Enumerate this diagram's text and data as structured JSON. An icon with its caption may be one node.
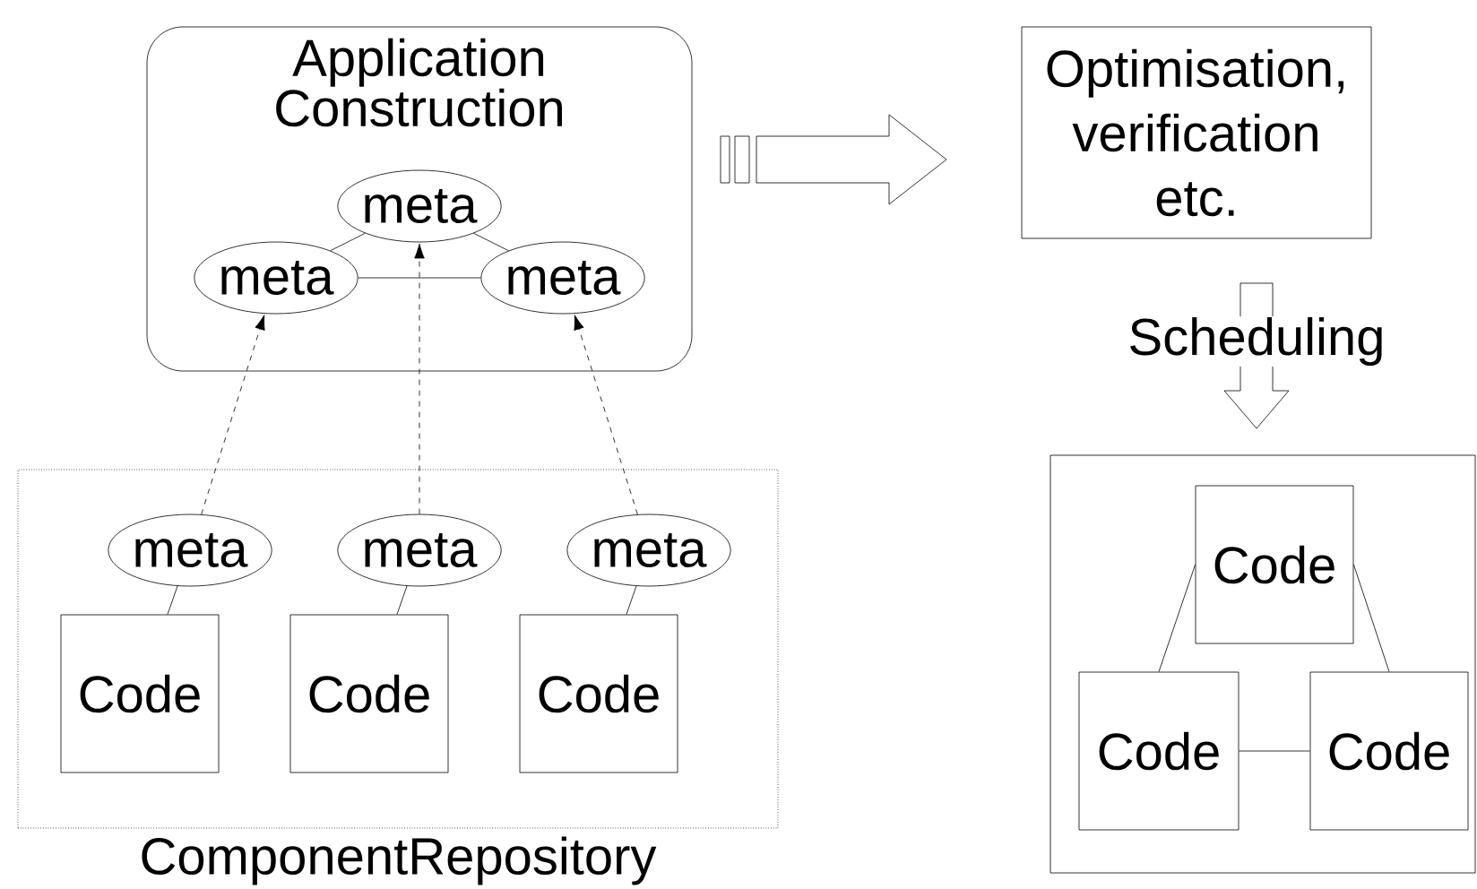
{
  "diagram": {
    "nodes": [
      {
        "text": [
          "Application Construction"
        ]
      },
      {
        "text": [
          "meta"
        ],
        "in": 0
      },
      {
        "text": [
          "meta"
        ],
        "in": 0
      },
      {
        "text": [
          "meta"
        ],
        "in": 0
      },
      {
        "text": [
          "ComponentRepository"
        ]
      },
      {
        "text": [
          "meta"
        ],
        "in": 4
      },
      {
        "text": [
          "meta"
        ],
        "in": 4
      },
      {
        "text": [
          "meta"
        ],
        "in": 4
      },
      {
        "text": [
          "Code"
        ],
        "in": 4
      },
      {
        "text": [
          "Code"
        ],
        "in": 4
      },
      {
        "text": [
          "Code"
        ],
        "in": 4
      },
      {
        "text": [
          "Optimisation, verification etc."
        ]
      },
      {
        "text": [],
        "shape": "box"
      },
      {
        "text": [
          "Code"
        ],
        "in": 12
      },
      {
        "text": [
          "Code"
        ],
        "in": 12
      },
      {
        "text": [
          "Code"
        ],
        "in": 12
      }
    ],
    "edges": [
      {
        "from": 1,
        "to": 2,
        "arrow": "none"
      },
      {
        "from": 1,
        "to": 3,
        "arrow": "none"
      },
      {
        "from": 2,
        "to": 3,
        "arrow": "none"
      },
      {
        "from": 5,
        "to": 2,
        "arrow": "to",
        "style": "dashed"
      },
      {
        "from": 6,
        "to": 1,
        "arrow": "to",
        "style": "dashed"
      },
      {
        "from": 7,
        "to": 3,
        "arrow": "to",
        "style": "dashed"
      },
      {
        "from": 5,
        "to": 8,
        "arrow": "none"
      },
      {
        "from": 6,
        "to": 9,
        "arrow": "none"
      },
      {
        "from": 7,
        "to": 10,
        "arrow": "none"
      },
      {
        "from": 0,
        "to": 11,
        "arrow": "to",
        "style": "thick"
      },
      {
        "from": 11,
        "to": 12,
        "arrow": "to",
        "style": "thick",
        "label": "Scheduling"
      },
      {
        "from": 13,
        "to": 14,
        "arrow": "none"
      },
      {
        "from": 13,
        "to": 15,
        "arrow": "none"
      },
      {
        "from": 14,
        "to": 15,
        "arrow": "none"
      }
    ]
  }
}
